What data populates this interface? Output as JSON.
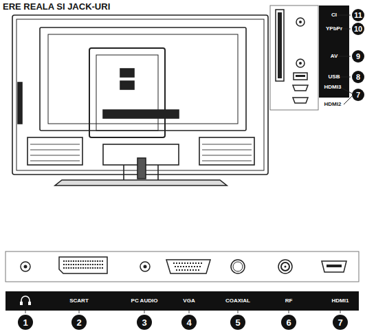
{
  "diagram": {
    "title": "ERE REALA SI JACK-URI",
    "labels": [
      "CI",
      "YPbPr",
      "AV",
      "USB",
      "HDMI3",
      "HDMI2",
      "11",
      "10",
      "9",
      "8",
      "7",
      "SCART",
      "PC AUDIO",
      "VGA",
      "COAXIAL",
      "RF",
      "HDMI1",
      "1",
      "2",
      "3",
      "4",
      "5",
      "6",
      "7"
    ]
  }
}
